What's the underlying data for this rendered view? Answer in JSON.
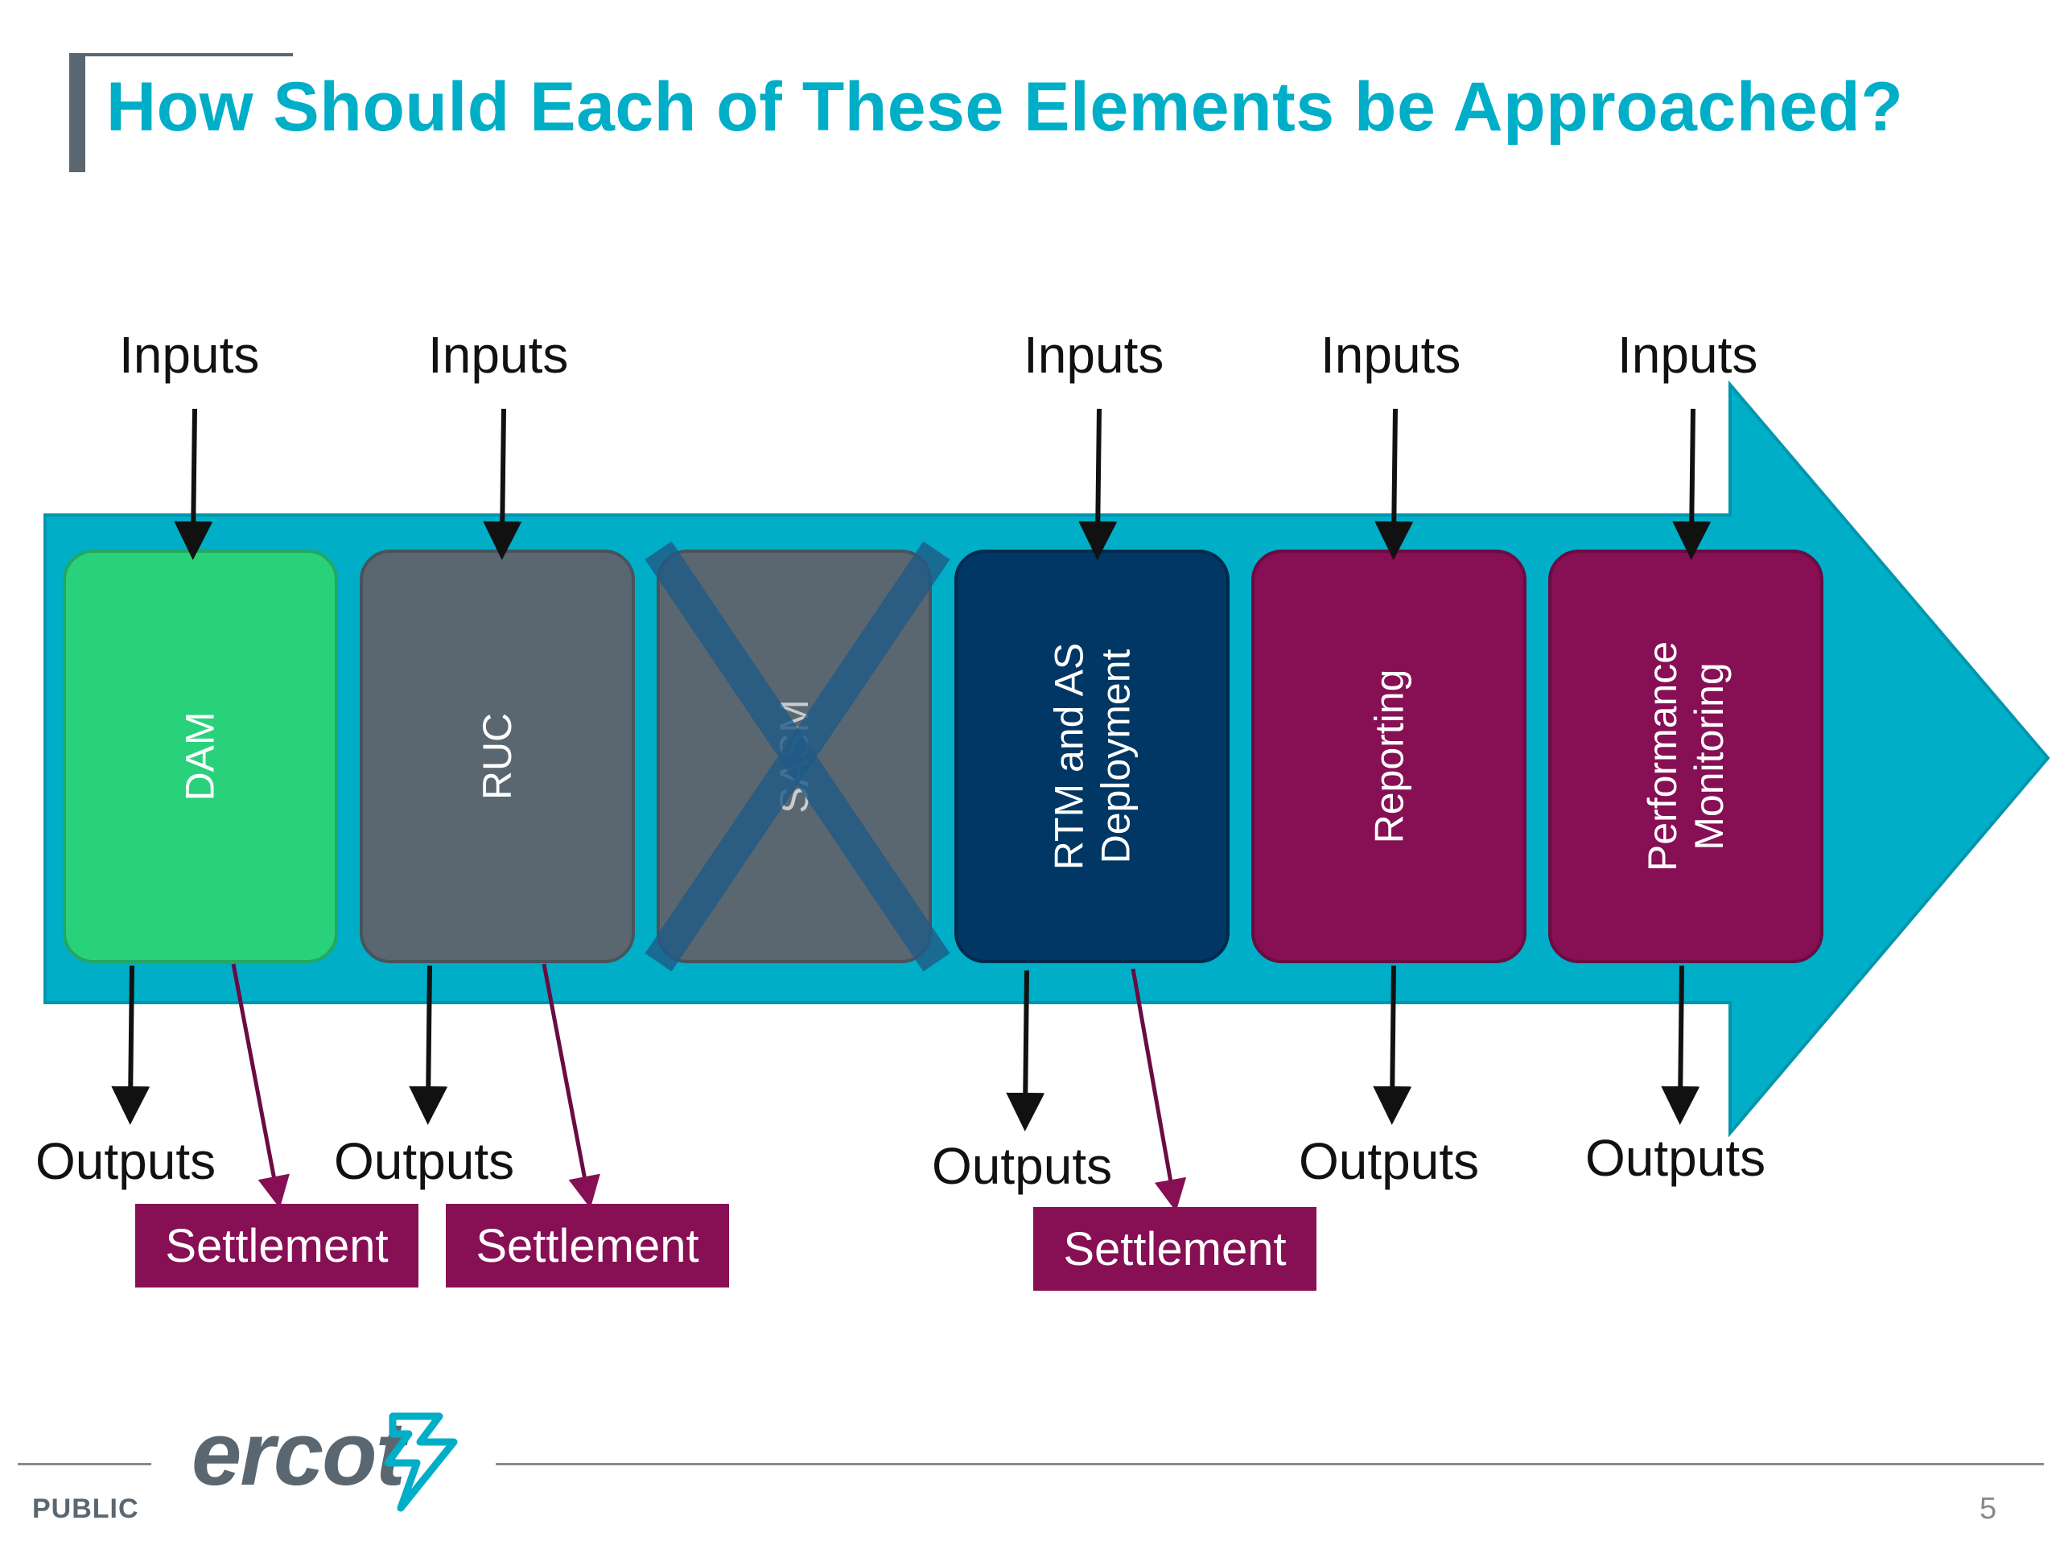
{
  "slide": {
    "title": "How Should Each of These Elements be Approached?",
    "classification": "PUBLIC",
    "page_number": "5"
  },
  "logo": {
    "text": "ercot"
  },
  "diagram": {
    "stages": [
      {
        "label": "DAM",
        "color": "#2ad17b",
        "has_inputs": true,
        "has_outputs": true,
        "has_settlement": true
      },
      {
        "label": "RUC",
        "color": "#5b6770",
        "has_inputs": true,
        "has_outputs": true,
        "has_settlement": true
      },
      {
        "label": "SASM",
        "color": "#5b6770",
        "crossed_out": true,
        "has_inputs": false,
        "has_outputs": false,
        "has_settlement": false
      },
      {
        "label": "RTM and AS\nDeployment",
        "color": "#003764",
        "has_inputs": true,
        "has_outputs": true,
        "has_settlement": true
      },
      {
        "label": "Reporting",
        "color": "#870f54",
        "has_inputs": true,
        "has_outputs": true,
        "has_settlement": false
      },
      {
        "label": "Performance\nMonitoring",
        "color": "#870f54",
        "has_inputs": true,
        "has_outputs": true,
        "has_settlement": false
      }
    ],
    "inputs_label": "Inputs",
    "outputs_label": "Outputs",
    "settlement_label": "Settlement",
    "colors": {
      "arrow": "#00aec7",
      "settlement": "#870f54",
      "cross": "#1f5a86",
      "title": "#00aec7"
    }
  }
}
